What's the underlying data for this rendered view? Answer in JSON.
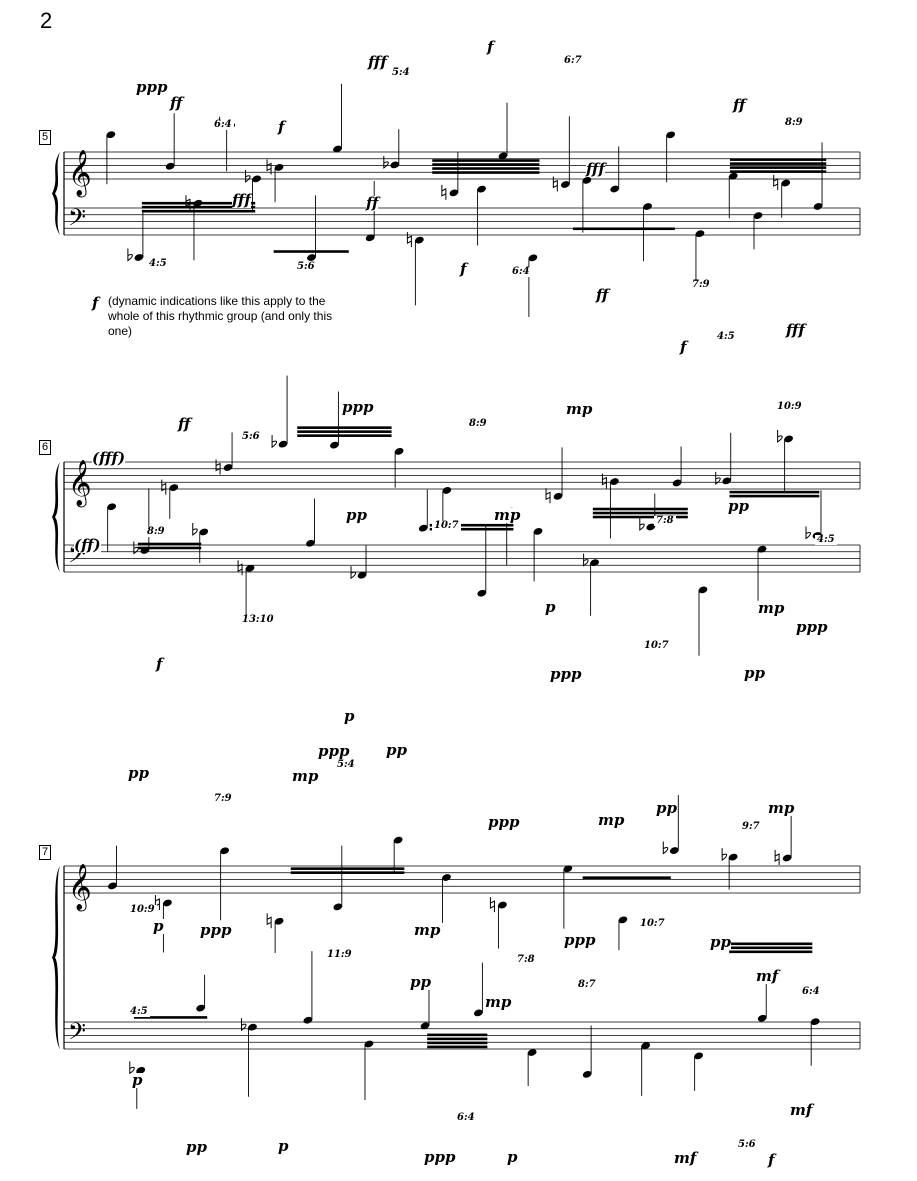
{
  "page_number": "2",
  "systems": [
    {
      "measure": "5",
      "annotation": "(dynamic indications like this apply to the whole of this rhythmic group (and only this one)",
      "dynamics": [
        "ppp",
        "ff",
        "f",
        "fff",
        "f",
        "ff",
        "fff",
        "ff",
        "fff",
        "f",
        "f",
        "ff",
        "f",
        "fff"
      ],
      "tuplets": [
        "6:4",
        "5:4",
        "6:7",
        "8:9",
        "5:6",
        "4:5",
        "6:4",
        "7:9",
        "4:5"
      ]
    },
    {
      "measure": "6",
      "dynamics": [
        "(fff)",
        "ff",
        "ppp",
        "mp",
        "pp",
        "(ff)",
        "pp",
        "mp",
        "f",
        "p",
        "mp",
        "ppp",
        "pp",
        "ppp"
      ],
      "tuplets": [
        "5:6",
        "8:9",
        "10:9",
        "8:9",
        "10:7",
        "7:8",
        "4:5",
        "13:10",
        "10:7"
      ]
    },
    {
      "measure": "7",
      "dynamics": [
        "p",
        "ppp",
        "pp",
        "pp",
        "mp",
        "p",
        "ppp",
        "mp",
        "ppp",
        "mp",
        "pp",
        "mp",
        "ppp",
        "pp",
        "pp",
        "mp",
        "mf",
        "p",
        "pp",
        "p",
        "ppp",
        "p",
        "mf",
        "f",
        "mf"
      ],
      "tuplets": [
        "5:4",
        "7:9",
        "10:9",
        "11:9",
        "9:7",
        "10:7",
        "7:8",
        "8:7",
        "6:4",
        "4:5",
        "6:4",
        "5:6"
      ]
    }
  ]
}
